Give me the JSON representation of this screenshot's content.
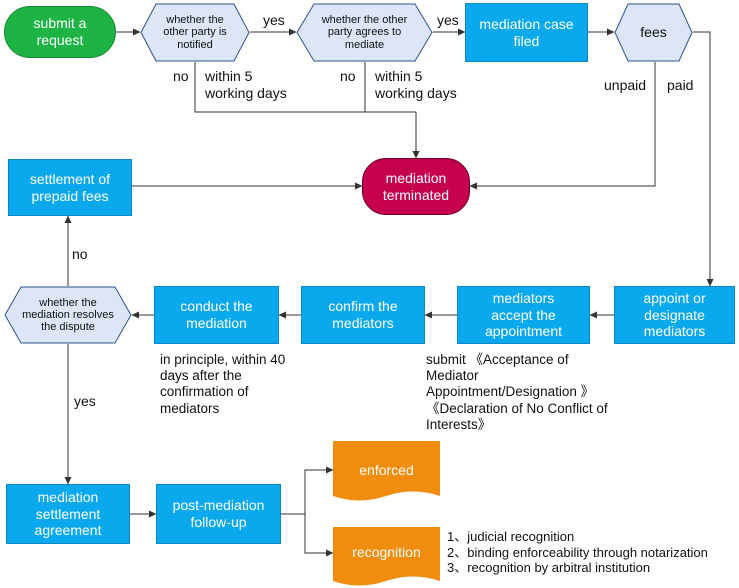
{
  "nodes": {
    "submit_request": "submit a request",
    "q_party_notified": "whether the other party is notified",
    "q_party_agrees": "whether the other party agrees to mediate",
    "case_filed": "mediation case filed",
    "fees": "fees",
    "settlement_prepaid_fees": "settlement of prepaid fees",
    "mediation_terminated": "mediation terminated",
    "appoint_mediators": "appoint or designate mediators",
    "mediators_accept": "mediators accept the appointment",
    "confirm_mediators": "confirm the mediators",
    "conduct_mediation": "conduct the mediation",
    "q_resolves_dispute": "whether the mediation resolves the dispute",
    "settlement_agreement": "mediation settlement agreement",
    "post_mediation": "post-mediation follow-up",
    "enforced": "enforced",
    "recognition": "recognition"
  },
  "labels": {
    "yes_notified": "yes",
    "yes_agrees": "yes",
    "no_notified": "no",
    "no_agrees": "no",
    "within_notified": "within 5 working days",
    "within_agrees": "within 5 working days",
    "unpaid": "unpaid",
    "paid": "paid",
    "no_resolves": "no",
    "yes_resolves": "yes"
  },
  "notes": {
    "submit_documents": "submit 《Acceptance of Mediator Appointment/Designation 》《Declaration of No Conflict of Interests》",
    "mediation_deadline": "in principle, within 40 days after the confirmation of mediators"
  },
  "recognition_methods": [
    "1、judicial recognition",
    "2、binding enforceability through notarization",
    "3、recognition by arbitral institution"
  ],
  "colors": {
    "process_fill": "#0aa8ec",
    "decision_fill": "#dce6f8",
    "start_fill": "#1db445",
    "terminal_fill": "#c4004f",
    "document_fill": "#f08d0f",
    "connector": "#333333"
  }
}
